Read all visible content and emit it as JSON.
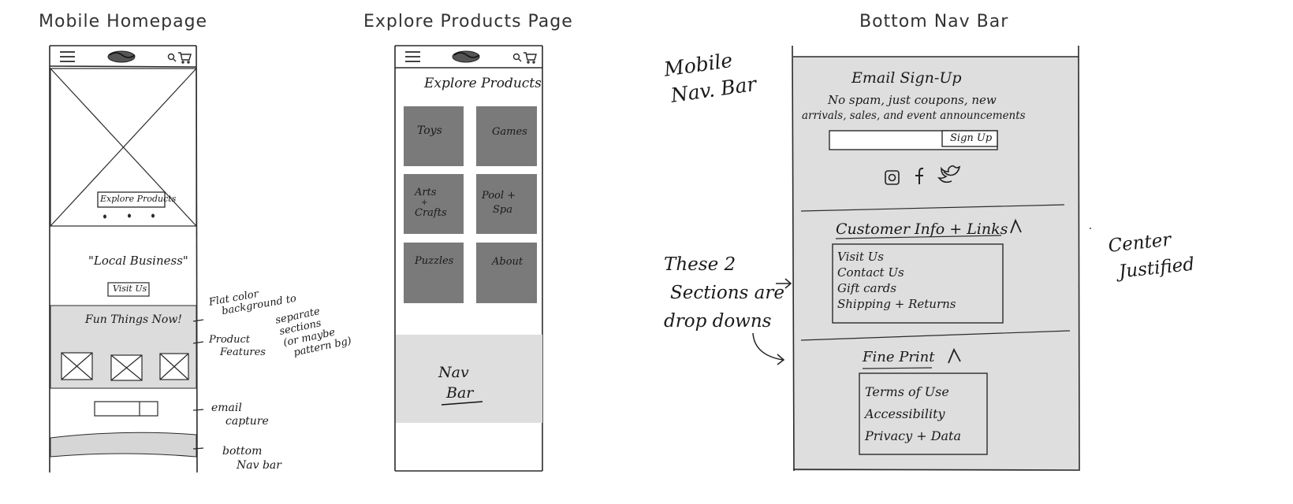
{
  "titles": {
    "homepage": "Mobile Homepage",
    "explore": "Explore Products Page",
    "bottomnav": "Bottom Nav Bar"
  },
  "homepage": {
    "hero_button": "Explore Products",
    "business_name": "\"Local Business\"",
    "visit_button": "Visit Us",
    "fun_heading": "Fun Things Now!"
  },
  "annotations": {
    "flat_color": [
      "Flat color",
      "background to",
      "separate",
      "sections",
      "(or maybe",
      "pattern bg)"
    ],
    "product_features": [
      "Product",
      "Features"
    ],
    "email_capture": [
      "email",
      "capture"
    ],
    "bottom_nav": [
      "bottom",
      "Nav bar"
    ],
    "mobile_nav": [
      "Mobile",
      "Nav. Bar"
    ],
    "dropdowns": [
      "These 2",
      "Sections are",
      "drop downs"
    ],
    "center": [
      "Center",
      "Justified"
    ]
  },
  "explore": {
    "heading": "Explore Products",
    "tiles": [
      [
        "Toys"
      ],
      [
        "Games"
      ],
      [
        "Arts",
        "+",
        "Crafts"
      ],
      [
        "Pool +",
        "Spa"
      ],
      [
        "Puzzles"
      ],
      [
        "About"
      ]
    ],
    "nav_label": [
      "Nav",
      "Bar"
    ]
  },
  "bottomnav": {
    "email_title": "Email Sign-Up",
    "email_sub_1": "No spam, just coupons, new",
    "email_sub_2": "arrivals, sales, and event announcements",
    "signup_button": "Sign Up",
    "customer_heading": "Customer Info + Links",
    "customer_links": [
      "Visit Us",
      "Contact Us",
      "Gift cards",
      "Shipping + Returns"
    ],
    "fineprint_heading": "Fine Print",
    "fineprint_links": [
      "Terms of Use",
      "Accessibility",
      "Privacy + Data"
    ]
  },
  "colors": {
    "ink": "#2a2a2a",
    "light_gray": "#dedede",
    "dark_gray": "#7a7a7a"
  }
}
